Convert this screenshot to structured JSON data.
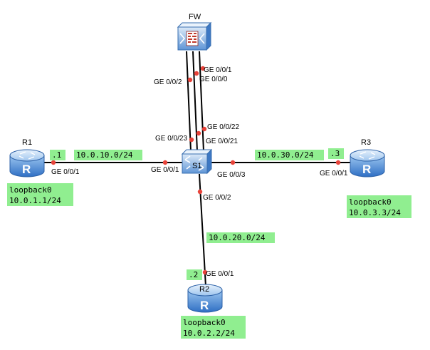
{
  "colors": {
    "label_bg": "#90ee90",
    "port_dot": "#e8433a",
    "device_blue": "#3f7fd0",
    "device_light": "#cfe2f7",
    "firewall_red": "#c0392b"
  },
  "devices": {
    "fw": {
      "name": "FW",
      "icon": "firewall-icon"
    },
    "s1": {
      "name": "S1",
      "icon": "switch-icon"
    },
    "r1": {
      "name": "R1",
      "icon": "router-icon"
    },
    "r2": {
      "name": "R2",
      "icon": "router-icon"
    },
    "r3": {
      "name": "R3",
      "icon": "router-icon"
    }
  },
  "ports": {
    "fw_ge002": "GE 0/0/2",
    "fw_ge001": "GE 0/0/1",
    "fw_ge000": "GE 0/0/0",
    "s1_ge0022": "GE 0/0/22",
    "s1_ge0023": "GE 0/0/23",
    "s1_ge0021": "GE 0/0/21",
    "s1_ge001": "GE 0/0/1",
    "s1_ge003": "GE 0/0/3",
    "s1_ge002": "GE 0/0/2",
    "r1_ge001": "GE 0/0/1",
    "r2_ge001": "GE 0/0/1",
    "r3_ge001": "GE 0/0/1"
  },
  "subnets": {
    "s10": "10.0.10.0/24",
    "s20": "10.0.20.0/24",
    "s30": "10.0.30.0/24"
  },
  "host_ids": {
    "r1": ".1",
    "r2": ".2",
    "r3": ".3"
  },
  "loopbacks": {
    "r1": {
      "name": "loopback0",
      "addr": "10.0.1.1/24"
    },
    "r2": {
      "name": "loopback0",
      "addr": "10.0.2.2/24"
    },
    "r3": {
      "name": "loopback0",
      "addr": "10.0.3.3/24"
    }
  }
}
